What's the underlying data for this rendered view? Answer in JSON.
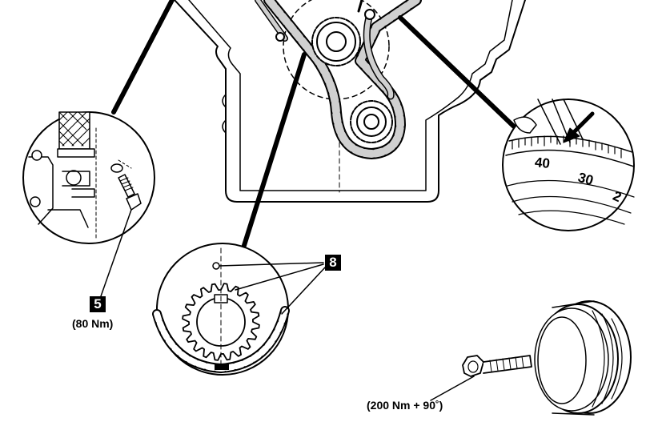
{
  "callouts": {
    "item_5": {
      "number": "5",
      "torque": "(80 Nm)"
    },
    "item_8": {
      "number": "8"
    },
    "crank_bolt": {
      "torque": "(200 Nm + 90˚)"
    }
  },
  "timing_dial": {
    "marks": [
      "40",
      "30",
      "2"
    ]
  },
  "colors": {
    "ink": "#000000",
    "chain_fill": "#d0d0d0",
    "background": "#ffffff"
  }
}
